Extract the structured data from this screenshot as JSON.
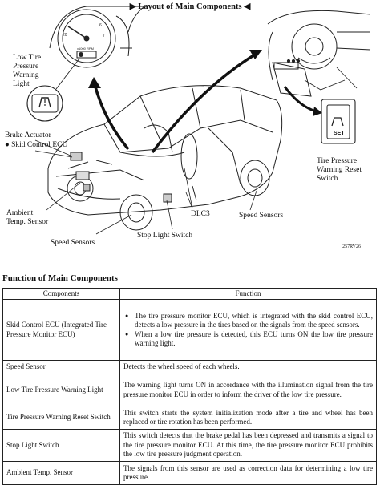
{
  "diagram": {
    "title": "▶ Layout of Main Components ◀",
    "labels": {
      "low_tire_warning_light": [
        "Low Tire",
        "Pressure",
        "Warning",
        "Light"
      ],
      "brake_actuator": "Brake Actuator",
      "skid_control_ecu": "● Skid Control ECU",
      "ambient_temp_sensor": [
        "Ambient",
        "Temp. Sensor"
      ],
      "speed_sensors_left": "Speed Sensors",
      "stop_light_switch": "Stop Light Switch",
      "dlc3": "DLC3",
      "speed_sensors_right": "Speed Sensors",
      "reset_switch": [
        "Tire Pressure",
        "Warning Reset",
        "Switch"
      ],
      "set_button_text": "SET"
    },
    "figure_id": "257RV26"
  },
  "functions": {
    "title": "Function of Main Components",
    "headers": [
      "Components",
      "Function"
    ],
    "rows": [
      {
        "component": "Skid Control ECU (Integrated Tire Pressure Monitor ECU)",
        "bullets": [
          "The tire pressure monitor ECU, which is integrated with the skid control ECU, detects a low pressure in the tires based on the signals from the speed sensors.",
          "When a low tire pressure is detected, this ECU turns ON the low tire pressure warning light."
        ]
      },
      {
        "component": "Speed Sensor",
        "function": "Detects the wheel speed of each wheels."
      },
      {
        "component": "Low Tire Pressure Warning Light",
        "function": "The warning light turns ON in accordance with the illumination signal from the tire pressure monitor ECU in order to inform the driver of the low tire pressure."
      },
      {
        "component": "Tire Pressure Warning Reset Switch",
        "function": "This switch starts the system initialization mode after a tire and wheel has been replaced or tire rotation has been performed."
      },
      {
        "component": "Stop Light Switch",
        "function": "This switch detects that the brake pedal has been depressed and transmits a signal to the tire pressure monitor ECU. At this time, the tire pressure monitor ECU prohibits the low tire pressure judgment operation."
      },
      {
        "component": "Ambient Temp. Sensor",
        "function": "The signals from this sensor are used as correction data for determining a low tire pressure."
      }
    ]
  }
}
